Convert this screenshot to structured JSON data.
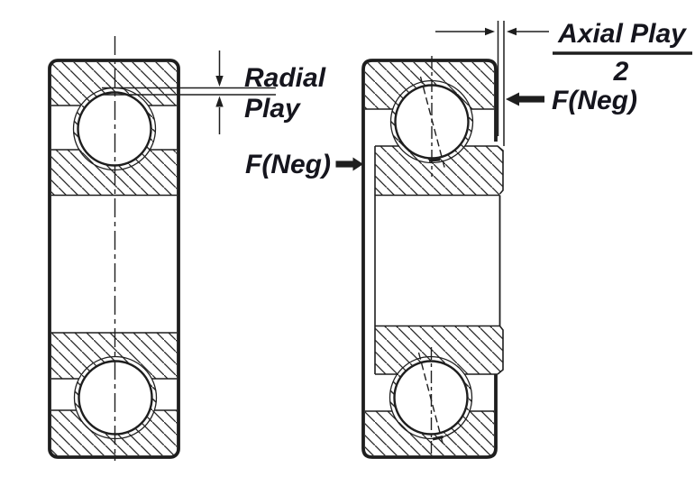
{
  "diagram": {
    "left_bearing": {
      "dimension_label_line1": "Radial",
      "dimension_label_line2": "Play"
    },
    "right_bearing": {
      "dimension_fraction_numerator": "Axial Play",
      "dimension_fraction_denominator": "2",
      "left_force_label": "F(Neg)",
      "right_force_label": "F(Neg)"
    },
    "colors": {
      "line": "#1e1e1e",
      "text": "#15151d",
      "background": "#ffffff"
    }
  }
}
